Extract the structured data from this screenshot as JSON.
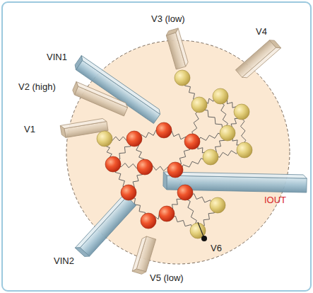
{
  "diagram": {
    "labels": [
      "VIN1",
      "V2 (high)",
      "V1",
      "V3 (low)",
      "V4",
      "IOUT",
      "V6",
      "V5 (low)",
      "VIN2"
    ]
  }
}
